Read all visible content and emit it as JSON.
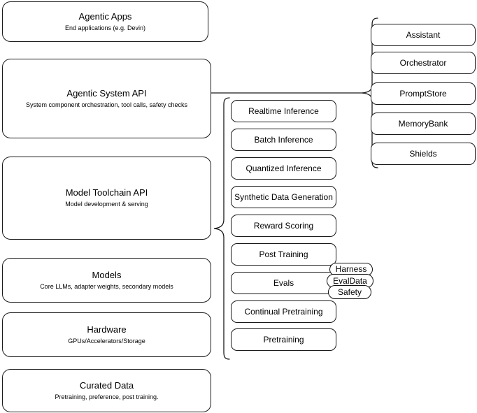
{
  "diagram": {
    "title": "Agentic AI stack layers",
    "stroke_color": "#1a1a1a",
    "background_color": "#ffffff"
  },
  "stack_layers": [
    {
      "name": "agentic-apps",
      "title": "Agentic Apps",
      "subtitle": "End applications (e.g. Devin)"
    },
    {
      "name": "agentic-system-api",
      "title": "Agentic System API",
      "subtitle": "System component orchestration, tool calls, safety checks"
    },
    {
      "name": "model-toolchain-api",
      "title": "Model Toolchain API",
      "subtitle": "Model development & serving"
    },
    {
      "name": "models",
      "title": "Models",
      "subtitle": "Core LLMs, adapter weights, secondary models"
    },
    {
      "name": "hardware",
      "title": "Hardware",
      "subtitle": "GPUs/Accelerators/Storage"
    },
    {
      "name": "curated-data",
      "title": "Curated Data",
      "subtitle": "Pretraining, preference, post training."
    }
  ],
  "toolchain_components": [
    {
      "label": "Realtime Inference"
    },
    {
      "label": "Batch Inference"
    },
    {
      "label": "Quantized Inference"
    },
    {
      "label": "Synthetic Data Generation"
    },
    {
      "label": "Reward Scoring"
    },
    {
      "label": "Post Training"
    },
    {
      "label": "Evals"
    },
    {
      "label": "Continual Pretraining"
    },
    {
      "label": "Pretraining"
    }
  ],
  "system_components": [
    {
      "label": "Assistant"
    },
    {
      "label": "Orchestrator"
    },
    {
      "label": "PromptStore"
    },
    {
      "label": "MemoryBank"
    },
    {
      "label": "Shields"
    }
  ],
  "evals_subcomponents": [
    {
      "label": "Harness"
    },
    {
      "label": "EvalData"
    },
    {
      "label": "Safety"
    }
  ]
}
